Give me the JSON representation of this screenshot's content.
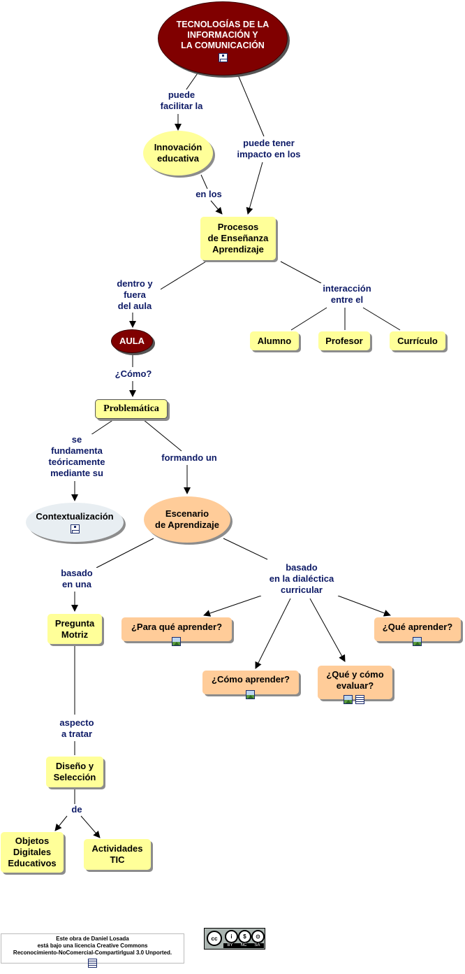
{
  "nodes": {
    "tic": "TECNOLOGÍAS DE LA\nINFORMACIÓN Y\nLA COMUNICACIÓN",
    "innovacion": "Innovación\neducativa",
    "procesos": "Procesos\nde Enseñanza\nAprendizaje",
    "aula": "AULA",
    "alumno": "Alumno",
    "profesor": "Profesor",
    "curriculo": "Currículo",
    "problematica": "Problemática",
    "contextualizacion": "Contextualización",
    "escenario": "Escenario\nde Aprendizaje",
    "pregunta": "Pregunta\nMotriz",
    "para_que": "¿Para qué aprender?",
    "que_aprender": "¿Qué aprender?",
    "como_aprender": "¿Cómo aprender?",
    "que_como_evaluar": "¿Qué y cómo\nevaluar?",
    "diseno": "Diseño y\nSelección",
    "objetos": "Objetos\nDigitales\nEducativos",
    "actividades": "Actividades\nTIC"
  },
  "links": {
    "puede_facilitar": "puede\nfacilitar la",
    "puede_tener": "puede tener\nimpacto en los",
    "en_los": "en los",
    "dentro_fuera": "dentro y\nfuera\ndel aula",
    "interaccion": "interacción\nentre el",
    "como": "¿Cómo?",
    "se_fundamenta": "se\nfundamenta\nteóricamente\nmediante su",
    "formando": "formando un",
    "basado_una": "basado\nen una",
    "basado_dialectica": "basado\nen la dialéctica\ncurricular",
    "aspecto": "aspecto\na tratar",
    "de": "de"
  },
  "footer": {
    "license_text": "Este obra de Daniel Losada\nestá bajo una licencia Creative Commons\nReconocimiento-NoComercial-CompartirIgual 3.0 Unported.",
    "cc_badge": [
      "BY",
      "NC",
      "SA"
    ],
    "cc_symbols": [
      "cc",
      "i",
      "$",
      "⊙"
    ]
  },
  "colors": {
    "dark_node": "#800000",
    "concept_yellow": "#ffff99",
    "concept_salmon": "#ffcc99",
    "concept_gray": "#e8eef2",
    "link_text": "#0d1a66"
  },
  "icons": [
    "concept-map-icon",
    "image-icon",
    "document-icon"
  ]
}
